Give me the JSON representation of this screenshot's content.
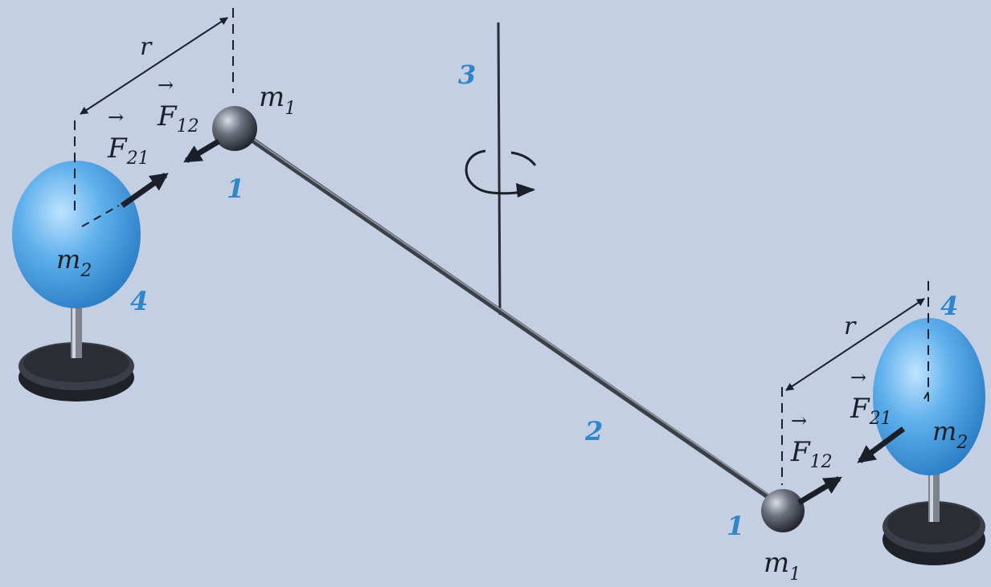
{
  "labels": {
    "r": "r",
    "m1": "m",
    "m1_sub": "1",
    "m2": "m",
    "m2_sub": "2",
    "F": "F",
    "F12_sub": "12",
    "F21_sub": "21",
    "arrow": "→"
  },
  "numbers": {
    "ball_small": "1",
    "rod": "2",
    "axis": "3",
    "ball_large": "4"
  },
  "colors": {
    "background": "#c4cfe3",
    "ink": "#1b1f2a",
    "number_blue": "#2f86c8",
    "large_ball": "#5aa8e6",
    "small_ball": "#4a4e58"
  }
}
